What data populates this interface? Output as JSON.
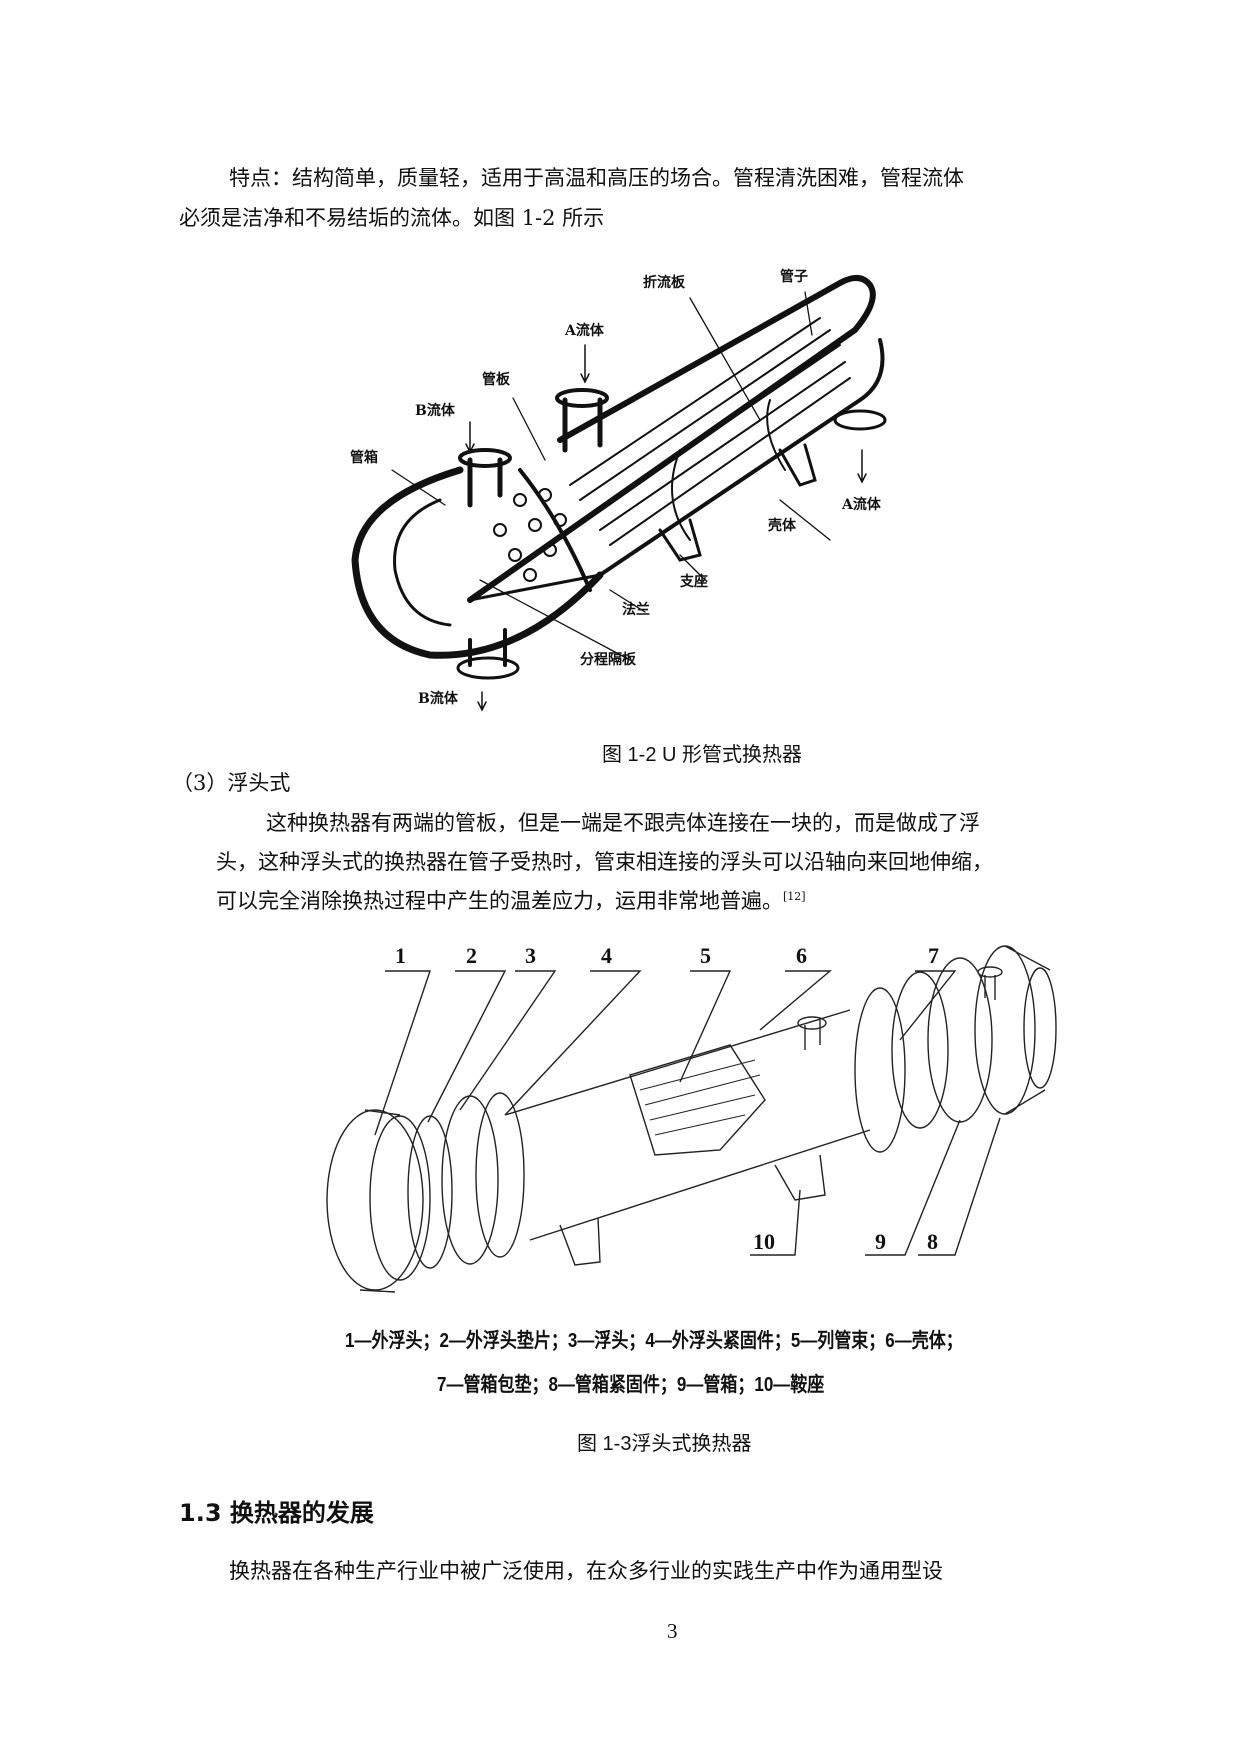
{
  "paragraph1": {
    "line1": "特点：结构简单，质量轻，适用于高温和高压的场合。管程清洗困难，管程流体",
    "line2": "必须是洁净和不易结垢的流体。如图 1-2 所示"
  },
  "figure_1_2": {
    "labels": {
      "baffle": "折流板",
      "tube": "管子",
      "a_fluid_in": "A流体",
      "tube_sheet": "管板",
      "b_fluid_in": "B流体",
      "channel": "管箱",
      "a_fluid_out": "A流体",
      "shell": "壳体",
      "support": "支座",
      "flange": "法兰",
      "pass_partition": "分程隔板",
      "b_fluid_out": "B流体"
    },
    "caption": "图  1-2 U 形管式换热器"
  },
  "section_3": {
    "heading": "（3）浮头式",
    "line1": "这种换热器有两端的管板，但是一端是不跟壳体连接在一块的，而是做成了浮",
    "line2": "头，这种浮头式的换热器在管子受热时，管束相连接的浮头可以沿轴向来回地伸缩，",
    "line3": "可以完全消除换热过程中产生的温差应力，运用非常地普遍。",
    "citation": "[12]"
  },
  "figure_1_3": {
    "numbers": [
      "1",
      "2",
      "3",
      "4",
      "5",
      "6",
      "7",
      "8",
      "9",
      "10"
    ],
    "legend_line1": "1—外浮头；2—外浮头垫片；3—浮头；4—外浮头紧固件；5—列管束；6—壳体；",
    "legend_line2": "7—管箱包垫；8—管箱紧固件；9—管箱；10—鞍座",
    "caption": "图  1-3浮头式换热器"
  },
  "section_1_3": {
    "heading": "1.3 换热器的发展",
    "line1": "换热器在各种生产行业中被广泛使用，在众多行业的实践生产中作为通用型设"
  },
  "page_number": "3"
}
